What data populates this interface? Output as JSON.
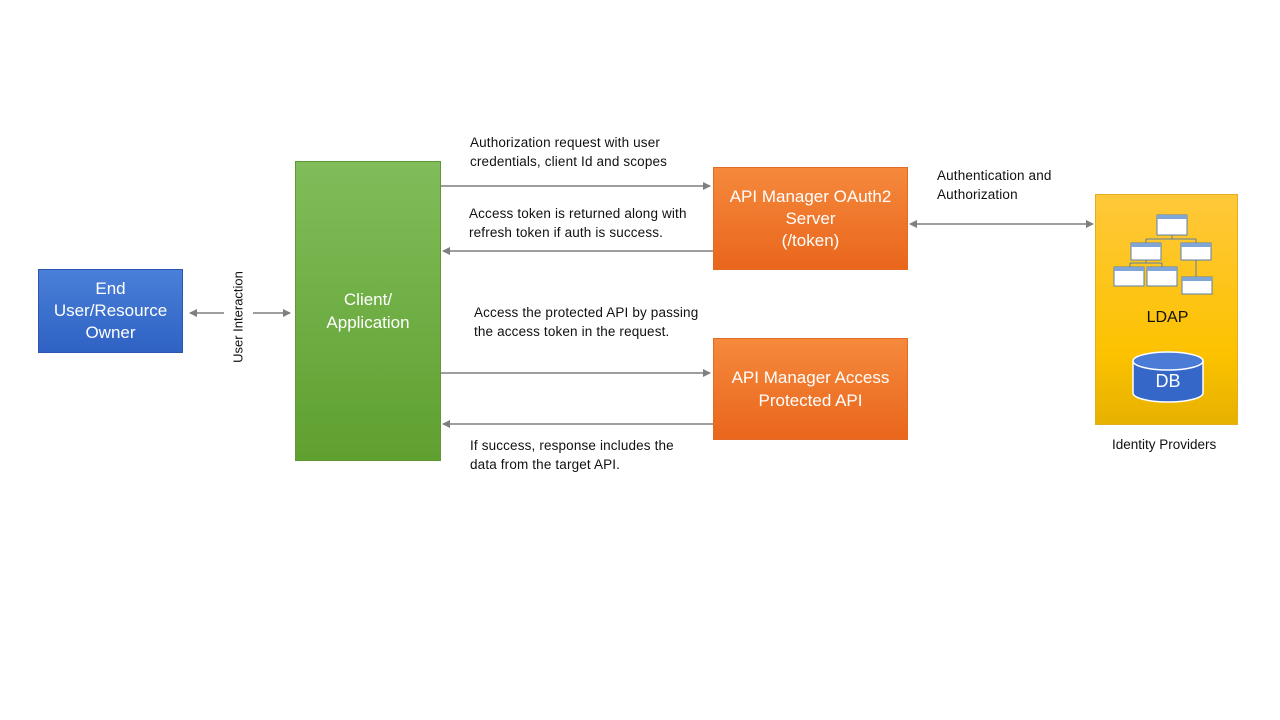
{
  "nodes": {
    "end_user": [
      "End",
      "User/Resource",
      "Owner"
    ],
    "client": [
      "Client/",
      "Application"
    ],
    "oauth_server": [
      "API Manager OAuth2",
      "Server",
      "(/token)"
    ],
    "access_api": [
      "API Manager Access",
      "Protected API"
    ],
    "ldap": "LDAP",
    "db": "DB",
    "identity_providers": "Identity Providers"
  },
  "edges": {
    "user_interaction": "User Interaction",
    "auth_request": [
      "Authorization  request with user",
      "credentials, client Id and scopes"
    ],
    "token_returned": [
      "Access token is returned along with",
      "refresh token if auth is success."
    ],
    "authn_authz": [
      "Authentication and",
      "Authorization"
    ],
    "access_protected": [
      "Access the protected API by passing",
      "the access token in the request."
    ],
    "response": [
      "If success, response includes the",
      "data from the target API."
    ]
  },
  "colors": {
    "end_user": "#2f62c4",
    "client": "#6aaa3c",
    "orange": "#ee7427",
    "idp": "#fcc200",
    "arrow": "#808080"
  }
}
